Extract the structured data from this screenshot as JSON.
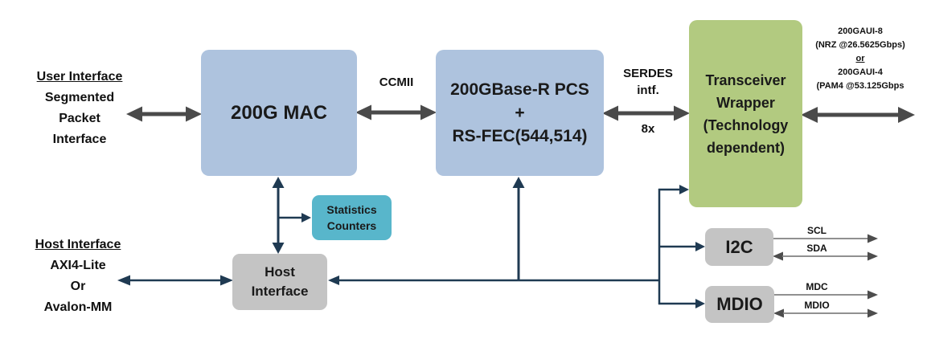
{
  "colors": {
    "block_blue": "#aec3de",
    "block_green": "#b2ca80",
    "block_teal": "#58b6cb",
    "block_gray": "#c4c4c4",
    "line_navy": "#1f3a52",
    "arrow_dark_gray": "#4a4a4a",
    "signal_line_gray": "#808080",
    "text": "#1a1a1a"
  },
  "left": {
    "user": {
      "heading": "User Interface",
      "line1": "Segmented",
      "line2": "Packet",
      "line3": "Interface"
    },
    "host": {
      "heading": "Host Interface",
      "line1": "AXI4-Lite",
      "line2": "Or",
      "line3": "Avalon-MM"
    }
  },
  "blocks": {
    "mac": {
      "label": "200G MAC"
    },
    "pcs": {
      "line1": "200GBase-R PCS",
      "line2": "+",
      "line3": "RS-FEC(544,514)"
    },
    "wrapper": {
      "line1": "Transceiver",
      "line2": "Wrapper",
      "line3": "(Technology",
      "line4": "dependent)"
    },
    "stats": {
      "line1": "Statistics",
      "line2": "Counters"
    },
    "host_if": {
      "line1": "Host",
      "line2": "Interface"
    },
    "i2c": {
      "label": "I2C"
    },
    "mdio": {
      "label": "MDIO"
    }
  },
  "labels": {
    "ccmii": "CCMII",
    "serdes": {
      "line1": "SERDES",
      "line2": "intf.",
      "lanes": "8x"
    },
    "gaui": {
      "line1": "200GAUI-8",
      "line2": "(NRZ @26.5625Gbps)",
      "or": "or",
      "line3": "200GAUI-4",
      "line4": "(PAM4 @53.125Gbps"
    },
    "signals": {
      "scl": "SCL",
      "sda": "SDA",
      "mdc": "MDC",
      "mdio": "MDIO"
    }
  }
}
